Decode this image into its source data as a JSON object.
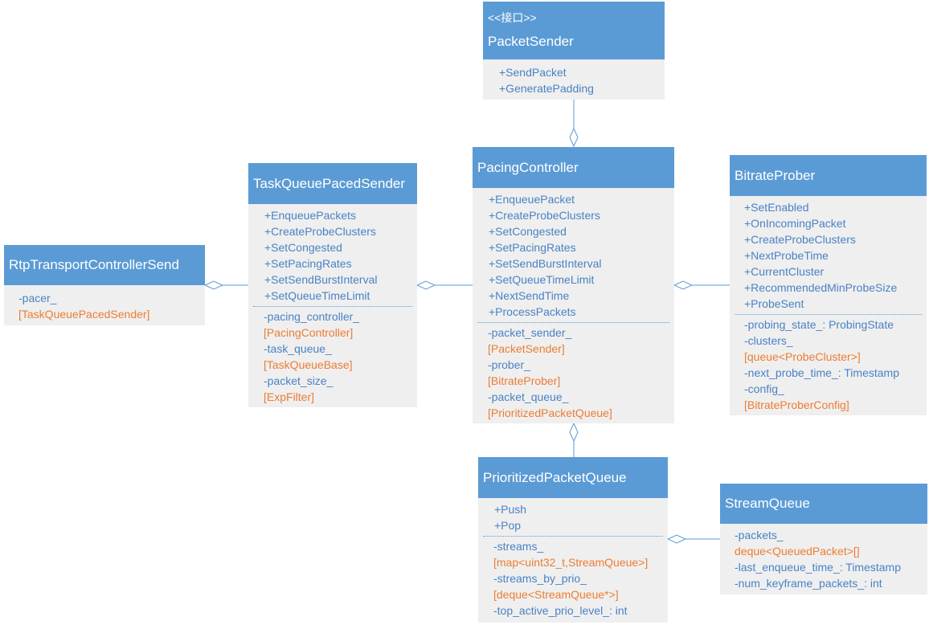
{
  "colors": {
    "header": "#5b9bd5",
    "body": "#efefef",
    "member_text": "#4a82c4",
    "type_text": "#ed7d31",
    "connector": "#5b9bd5"
  },
  "classes": {
    "packet_sender": {
      "stereotype": "<<接口>>",
      "name": "PacketSender",
      "methods": [
        "+SendPacket",
        "+GeneratePadding"
      ],
      "fields": []
    },
    "pacing_controller": {
      "name": "PacingController",
      "methods": [
        "+EnqueuePacket",
        "+CreateProbeClusters",
        "+SetCongested",
        "+SetPacingRates",
        "+SetSendBurstInterval",
        "+SetQueueTimeLimit",
        "+NextSendTime",
        "+ProcessPackets"
      ],
      "fields": [
        {
          "text": "-packet_sender_",
          "kind": "field"
        },
        {
          "text": "[PacketSender]",
          "kind": "type"
        },
        {
          "text": "-prober_",
          "kind": "field"
        },
        {
          "text": "[BitrateProber]",
          "kind": "type"
        },
        {
          "text": "-packet_queue_",
          "kind": "field"
        },
        {
          "text": "[PrioritizedPacketQueue]",
          "kind": "type"
        }
      ]
    },
    "task_queue_paced_sender": {
      "name": "TaskQueuePacedSender",
      "methods": [
        "+EnqueuePackets",
        "+CreateProbeClusters",
        "+SetCongested",
        "+SetPacingRates",
        "+SetSendBurstInterval",
        "+SetQueueTimeLimit"
      ],
      "fields": [
        {
          "text": "-pacing_controller_",
          "kind": "field"
        },
        {
          "text": "[PacingController]",
          "kind": "type"
        },
        {
          "text": "-task_queue_",
          "kind": "field"
        },
        {
          "text": "[TaskQueueBase]",
          "kind": "type"
        },
        {
          "text": "-packet_size_",
          "kind": "field"
        },
        {
          "text": "[ExpFilter]",
          "kind": "type"
        }
      ]
    },
    "rtp_transport_controller_send": {
      "name": "RtpTransportControllerSend",
      "methods": [],
      "fields": [
        {
          "text": "-pacer_",
          "kind": "field"
        },
        {
          "text": "[TaskQueuePacedSender]",
          "kind": "type"
        }
      ]
    },
    "bitrate_prober": {
      "name": "BitrateProber",
      "methods": [
        "+SetEnabled",
        "+OnIncomingPacket",
        "+CreateProbeClusters",
        "+NextProbeTime",
        "+CurrentCluster",
        "+RecommendedMinProbeSize",
        "+ProbeSent"
      ],
      "fields": [
        {
          "text": "-probing_state_: ProbingState",
          "kind": "field"
        },
        {
          "text": "-clusters_",
          "kind": "field"
        },
        {
          "text": "[queue<ProbeCluster>]",
          "kind": "type"
        },
        {
          "text": "-next_probe_time_: Timestamp",
          "kind": "field"
        },
        {
          "text": "-config_",
          "kind": "field"
        },
        {
          "text": "[BitrateProberConfig]",
          "kind": "type"
        }
      ]
    },
    "prioritized_packet_queue": {
      "name": "PrioritizedPacketQueue",
      "methods": [
        "+Push",
        "+Pop"
      ],
      "fields": [
        {
          "text": "-streams_",
          "kind": "field"
        },
        {
          "text": "[map<uint32_t,StreamQueue>]",
          "kind": "type"
        },
        {
          "text": "-streams_by_prio_",
          "kind": "field"
        },
        {
          "text": "[deque<StreamQueue*>]",
          "kind": "type"
        },
        {
          "text": "-top_active_prio_level_: int",
          "kind": "field"
        }
      ]
    },
    "stream_queue": {
      "name": "StreamQueue",
      "methods": [],
      "fields": [
        {
          "text": "-packets_",
          "kind": "field"
        },
        {
          "text": "deque<QueuedPacket>[]",
          "kind": "type"
        },
        {
          "text": "-last_enqueue_time_: Timestamp",
          "kind": "field"
        },
        {
          "text": "-num_keyframe_packets_: int",
          "kind": "field"
        }
      ]
    }
  },
  "relations": [
    {
      "from": "pacing_controller",
      "to": "packet_sender",
      "kind": "aggregation"
    },
    {
      "from": "task_queue_paced_sender",
      "to": "pacing_controller",
      "kind": "aggregation"
    },
    {
      "from": "rtp_transport_controller_send",
      "to": "task_queue_paced_sender",
      "kind": "aggregation"
    },
    {
      "from": "pacing_controller",
      "to": "bitrate_prober",
      "kind": "aggregation"
    },
    {
      "from": "pacing_controller",
      "to": "prioritized_packet_queue",
      "kind": "aggregation"
    },
    {
      "from": "prioritized_packet_queue",
      "to": "stream_queue",
      "kind": "aggregation"
    }
  ]
}
